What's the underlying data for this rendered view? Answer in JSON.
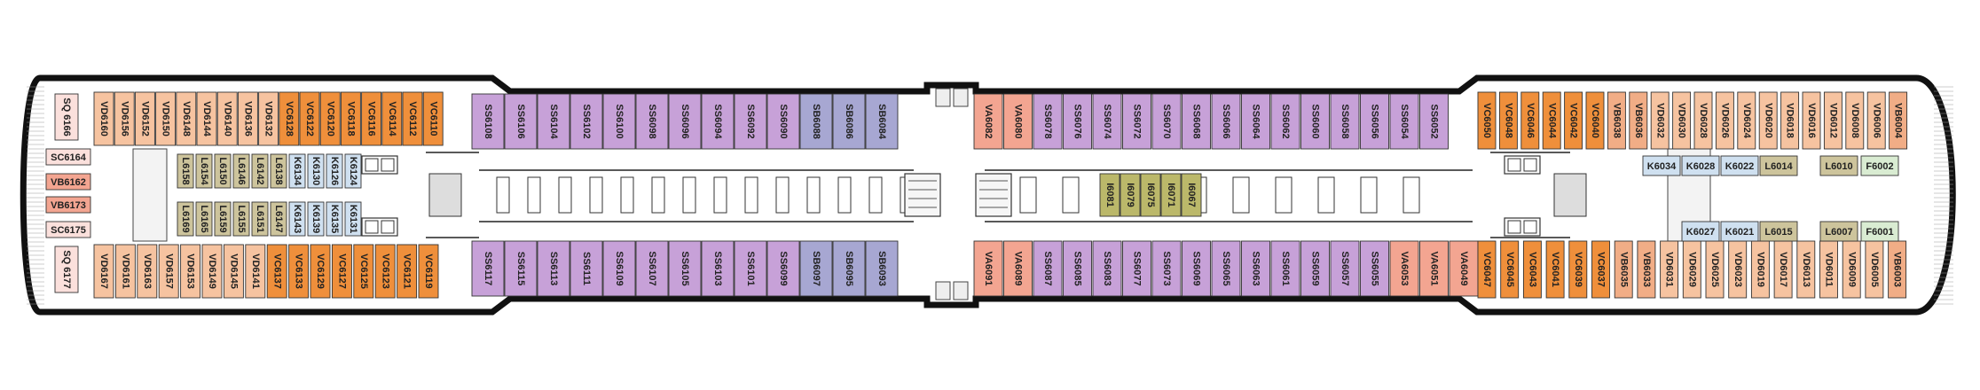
{
  "palette": {
    "SS": "#c7a1d8",
    "SB": "#a7a7d2",
    "VA": "#f3a591",
    "VB": "#f1ad86",
    "VC": "#ef8f3b",
    "VD": "#f6c3a0",
    "K": "#cfe0f0",
    "L": "#cdc49c",
    "F": "#d9ecd2",
    "G": "#bbb86a",
    "SC": "#fbe0dc",
    "SQ": "#fbe0dc",
    "hull": "#111111",
    "deck": "#ffffff",
    "crew": "#f3f3f3"
  },
  "cabins": [
    {
      "id": "SQ6166",
      "cls": "SQ",
      "label": "SQ 6166"
    },
    {
      "id": "SC6164",
      "cls": "SC",
      "label": "SC6164"
    },
    {
      "id": "VB6162",
      "cls": "VA",
      "label": "VB6162"
    },
    {
      "id": "VB6173",
      "cls": "VA",
      "label": "VB6173"
    },
    {
      "id": "SC6175",
      "cls": "SC",
      "label": "SC6175"
    },
    {
      "id": "SQ6177",
      "cls": "SQ",
      "label": "SQ 6177"
    },
    {
      "id": "VD6160",
      "cls": "VD",
      "label": "VD6160"
    },
    {
      "id": "VD6156",
      "cls": "VD",
      "label": "VD6156"
    },
    {
      "id": "VD6152",
      "cls": "VD",
      "label": "VD6152"
    },
    {
      "id": "VD6150",
      "cls": "VD",
      "label": "VD6150"
    },
    {
      "id": "VD6148",
      "cls": "VD",
      "label": "VD6148"
    },
    {
      "id": "VD6144",
      "cls": "VD",
      "label": "VD6144"
    },
    {
      "id": "VD6140",
      "cls": "VD",
      "label": "VD6140"
    },
    {
      "id": "VD6136",
      "cls": "VD",
      "label": "VD6136"
    },
    {
      "id": "VD6132",
      "cls": "VD",
      "label": "VD6132"
    },
    {
      "id": "VC6128",
      "cls": "VC",
      "label": "VC6128"
    },
    {
      "id": "VC6122",
      "cls": "VC",
      "label": "VC6122"
    },
    {
      "id": "VC6120",
      "cls": "VC",
      "label": "VC6120"
    },
    {
      "id": "VC6118",
      "cls": "VC",
      "label": "VC6118"
    },
    {
      "id": "VC6116",
      "cls": "VC",
      "label": "VC6116"
    },
    {
      "id": "VC6114",
      "cls": "VC",
      "label": "VC6114"
    },
    {
      "id": "VC6112",
      "cls": "VC",
      "label": "VC6112"
    },
    {
      "id": "VC6110",
      "cls": "VC",
      "label": "VC6110"
    },
    {
      "id": "VD6167",
      "cls": "VD",
      "label": "VD6167"
    },
    {
      "id": "VD6161",
      "cls": "VD",
      "label": "VD6161"
    },
    {
      "id": "VD6163",
      "cls": "VD",
      "label": "VD6163"
    },
    {
      "id": "VD6157",
      "cls": "VD",
      "label": "VD6157"
    },
    {
      "id": "VD6153",
      "cls": "VD",
      "label": "VD6153"
    },
    {
      "id": "VD6149",
      "cls": "VD",
      "label": "VD6149"
    },
    {
      "id": "VD6145",
      "cls": "VD",
      "label": "VD6145"
    },
    {
      "id": "VD6141",
      "cls": "VD",
      "label": "VD6141"
    },
    {
      "id": "VC6137",
      "cls": "VC",
      "label": "VC6137"
    },
    {
      "id": "VC6133",
      "cls": "VC",
      "label": "VC6133"
    },
    {
      "id": "VC6129",
      "cls": "VC",
      "label": "VC6129"
    },
    {
      "id": "VC6127",
      "cls": "VC",
      "label": "VC6127"
    },
    {
      "id": "VC6125",
      "cls": "VC",
      "label": "VC6125"
    },
    {
      "id": "VC6123",
      "cls": "VC",
      "label": "VC6123"
    },
    {
      "id": "VC6121",
      "cls": "VC",
      "label": "VC6121"
    },
    {
      "id": "VC6119",
      "cls": "VC",
      "label": "VC6119"
    },
    {
      "id": "L6158",
      "cls": "L",
      "label": "L6158"
    },
    {
      "id": "L6154",
      "cls": "L",
      "label": "L6154"
    },
    {
      "id": "L6150",
      "cls": "L",
      "label": "L6150"
    },
    {
      "id": "L6146",
      "cls": "L",
      "label": "L6146"
    },
    {
      "id": "L6142",
      "cls": "L",
      "label": "L6142"
    },
    {
      "id": "L6138",
      "cls": "L",
      "label": "L6138"
    },
    {
      "id": "K6134",
      "cls": "K",
      "label": "K6134"
    },
    {
      "id": "K6130",
      "cls": "K",
      "label": "K6130"
    },
    {
      "id": "K6126",
      "cls": "K",
      "label": "K6126"
    },
    {
      "id": "K6124",
      "cls": "K",
      "label": "K6124"
    },
    {
      "id": "L6169",
      "cls": "L",
      "label": "L6169"
    },
    {
      "id": "L6165",
      "cls": "L",
      "label": "L6165"
    },
    {
      "id": "L6159",
      "cls": "L",
      "label": "L6159"
    },
    {
      "id": "L6155",
      "cls": "L",
      "label": "L6155"
    },
    {
      "id": "L6151",
      "cls": "L",
      "label": "L6151"
    },
    {
      "id": "L6147",
      "cls": "L",
      "label": "L6147"
    },
    {
      "id": "K6143",
      "cls": "K",
      "label": "K6143"
    },
    {
      "id": "K6139",
      "cls": "K",
      "label": "K6139"
    },
    {
      "id": "K6135",
      "cls": "K",
      "label": "K6135"
    },
    {
      "id": "K6131",
      "cls": "K",
      "label": "K6131"
    },
    {
      "id": "SS6108",
      "cls": "SS",
      "label": "SS6108"
    },
    {
      "id": "SS6106",
      "cls": "SS",
      "label": "SS6106"
    },
    {
      "id": "SS6104",
      "cls": "SS",
      "label": "SS6104"
    },
    {
      "id": "SS6102",
      "cls": "SS",
      "label": "SS6102"
    },
    {
      "id": "SS6100",
      "cls": "SS",
      "label": "SS6100"
    },
    {
      "id": "SS6098",
      "cls": "SS",
      "label": "SS6098"
    },
    {
      "id": "SS6096",
      "cls": "SS",
      "label": "SS6096"
    },
    {
      "id": "SS6094",
      "cls": "SS",
      "label": "SS6094"
    },
    {
      "id": "SS6092",
      "cls": "SS",
      "label": "SS6092"
    },
    {
      "id": "SS6090",
      "cls": "SS",
      "label": "SS6090"
    },
    {
      "id": "SB6088",
      "cls": "SB",
      "label": "SB6088"
    },
    {
      "id": "SB6086",
      "cls": "SB",
      "label": "SB6086"
    },
    {
      "id": "SB6084",
      "cls": "SB",
      "label": "SB6084"
    },
    {
      "id": "SS6117",
      "cls": "SS",
      "label": "SS6117"
    },
    {
      "id": "SS6115",
      "cls": "SS",
      "label": "SS6115"
    },
    {
      "id": "SS6113",
      "cls": "SS",
      "label": "SS6113"
    },
    {
      "id": "SS6111",
      "cls": "SS",
      "label": "SS6111"
    },
    {
      "id": "SS6109",
      "cls": "SS",
      "label": "SS6109"
    },
    {
      "id": "SS6107",
      "cls": "SS",
      "label": "SS6107"
    },
    {
      "id": "SS6105",
      "cls": "SS",
      "label": "SS6105"
    },
    {
      "id": "SS6103",
      "cls": "SS",
      "label": "SS6103"
    },
    {
      "id": "SS6101",
      "cls": "SS",
      "label": "SS6101"
    },
    {
      "id": "SS6099",
      "cls": "SS",
      "label": "SS6099"
    },
    {
      "id": "SB6097",
      "cls": "SB",
      "label": "SB6097"
    },
    {
      "id": "SB6095",
      "cls": "SB",
      "label": "SB6095"
    },
    {
      "id": "SB6093",
      "cls": "SB",
      "label": "SB6093"
    },
    {
      "id": "VA6082",
      "cls": "VA",
      "label": "VA6082"
    },
    {
      "id": "VA6080",
      "cls": "VA",
      "label": "VA6080"
    },
    {
      "id": "SS6078",
      "cls": "SS",
      "label": "SS6078"
    },
    {
      "id": "SS6076",
      "cls": "SS",
      "label": "SS6076"
    },
    {
      "id": "SS6074",
      "cls": "SS",
      "label": "SS6074"
    },
    {
      "id": "SS6072",
      "cls": "SS",
      "label": "SS6072"
    },
    {
      "id": "SS6070",
      "cls": "SS",
      "label": "SS6070"
    },
    {
      "id": "SS6068",
      "cls": "SS",
      "label": "SS6068"
    },
    {
      "id": "SS6066",
      "cls": "SS",
      "label": "SS6066"
    },
    {
      "id": "SS6064",
      "cls": "SS",
      "label": "SS6064"
    },
    {
      "id": "SS6062",
      "cls": "SS",
      "label": "SS6062"
    },
    {
      "id": "SS6060",
      "cls": "SS",
      "label": "SS6060"
    },
    {
      "id": "SS6058",
      "cls": "SS",
      "label": "SS6058"
    },
    {
      "id": "SS6056",
      "cls": "SS",
      "label": "SS6056"
    },
    {
      "id": "SS6054",
      "cls": "SS",
      "label": "SS6054"
    },
    {
      "id": "SS6052",
      "cls": "SS",
      "label": "SS6052"
    },
    {
      "id": "VA6091",
      "cls": "VA",
      "label": "VA6091"
    },
    {
      "id": "VA6089",
      "cls": "VA",
      "label": "VA6089"
    },
    {
      "id": "SS6087",
      "cls": "SS",
      "label": "SS6087"
    },
    {
      "id": "SS6085",
      "cls": "SS",
      "label": "SS6085"
    },
    {
      "id": "SS6083",
      "cls": "SS",
      "label": "SS6083"
    },
    {
      "id": "SS6077",
      "cls": "SS",
      "label": "SS6077"
    },
    {
      "id": "SS6073",
      "cls": "SS",
      "label": "SS6073"
    },
    {
      "id": "SS6069",
      "cls": "SS",
      "label": "SS6069"
    },
    {
      "id": "SS6065",
      "cls": "SS",
      "label": "SS6065"
    },
    {
      "id": "SS6063",
      "cls": "SS",
      "label": "SS6063"
    },
    {
      "id": "SS6061",
      "cls": "SS",
      "label": "SS6061"
    },
    {
      "id": "SS6059",
      "cls": "SS",
      "label": "SS6059"
    },
    {
      "id": "SS6057",
      "cls": "SS",
      "label": "SS6057"
    },
    {
      "id": "SS6055",
      "cls": "SS",
      "label": "SS6055"
    },
    {
      "id": "VA6053",
      "cls": "VA",
      "label": "VA6053"
    },
    {
      "id": "VA6051",
      "cls": "VA",
      "label": "VA6051"
    },
    {
      "id": "VA6049",
      "cls": "VA",
      "label": "VA6049"
    },
    {
      "id": "I6081",
      "cls": "G",
      "label": "I6081"
    },
    {
      "id": "I6079",
      "cls": "G",
      "label": "I6079"
    },
    {
      "id": "I6075",
      "cls": "G",
      "label": "I6075"
    },
    {
      "id": "I6071",
      "cls": "G",
      "label": "I6071"
    },
    {
      "id": "I6067",
      "cls": "G",
      "label": "I6067"
    },
    {
      "id": "VC6050",
      "cls": "VC",
      "label": "VC6050"
    },
    {
      "id": "VC6048",
      "cls": "VC",
      "label": "VC6048"
    },
    {
      "id": "VC6046",
      "cls": "VC",
      "label": "VC6046"
    },
    {
      "id": "VC6044",
      "cls": "VC",
      "label": "VC6044"
    },
    {
      "id": "VC6042",
      "cls": "VC",
      "label": "VC6042"
    },
    {
      "id": "VC6040",
      "cls": "VC",
      "label": "VC6040"
    },
    {
      "id": "VB6038",
      "cls": "VB",
      "label": "VB6038"
    },
    {
      "id": "VB6036",
      "cls": "VB",
      "label": "VB6036"
    },
    {
      "id": "VD6032",
      "cls": "VD",
      "label": "VD6032"
    },
    {
      "id": "VD6030",
      "cls": "VD",
      "label": "VD6030"
    },
    {
      "id": "VD6028",
      "cls": "VD",
      "label": "VD6028"
    },
    {
      "id": "VD6026",
      "cls": "VD",
      "label": "VD6026"
    },
    {
      "id": "VD6024",
      "cls": "VD",
      "label": "VD6024"
    },
    {
      "id": "VD6020",
      "cls": "VD",
      "label": "VD6020"
    },
    {
      "id": "VD6018",
      "cls": "VD",
      "label": "VD6018"
    },
    {
      "id": "VD6016",
      "cls": "VD",
      "label": "VD6016"
    },
    {
      "id": "VD6012",
      "cls": "VD",
      "label": "VD6012"
    },
    {
      "id": "VD6008",
      "cls": "VD",
      "label": "VD6008"
    },
    {
      "id": "VD6006",
      "cls": "VD",
      "label": "VD6006"
    },
    {
      "id": "VB6004",
      "cls": "VB",
      "label": "VB6004"
    },
    {
      "id": "VC6047",
      "cls": "VC",
      "label": "VC6047"
    },
    {
      "id": "VC6045",
      "cls": "VC",
      "label": "VC6045"
    },
    {
      "id": "VC6043",
      "cls": "VC",
      "label": "VC6043"
    },
    {
      "id": "VC6041",
      "cls": "VC",
      "label": "VC6041"
    },
    {
      "id": "VC6039",
      "cls": "VC",
      "label": "VC6039"
    },
    {
      "id": "VC6037",
      "cls": "VC",
      "label": "VC6037"
    },
    {
      "id": "VB6035",
      "cls": "VB",
      "label": "VB6035"
    },
    {
      "id": "VB6033",
      "cls": "VB",
      "label": "VB6033"
    },
    {
      "id": "VD6031",
      "cls": "VD",
      "label": "VD6031"
    },
    {
      "id": "VD6029",
      "cls": "VD",
      "label": "VD6029"
    },
    {
      "id": "VD6025",
      "cls": "VD",
      "label": "VD6025"
    },
    {
      "id": "VD6023",
      "cls": "VD",
      "label": "VD6023"
    },
    {
      "id": "VD6019",
      "cls": "VD",
      "label": "VD6019"
    },
    {
      "id": "VD6017",
      "cls": "VD",
      "label": "VD6017"
    },
    {
      "id": "VD6013",
      "cls": "VD",
      "label": "VD6013"
    },
    {
      "id": "VD6011",
      "cls": "VD",
      "label": "VD6011"
    },
    {
      "id": "VD6009",
      "cls": "VD",
      "label": "VD6009"
    },
    {
      "id": "VD6005",
      "cls": "VD",
      "label": "VD6005"
    },
    {
      "id": "VB6003",
      "cls": "VB",
      "label": "VB6003"
    },
    {
      "id": "K6034",
      "cls": "K",
      "label": "K6034"
    },
    {
      "id": "K6028",
      "cls": "K",
      "label": "K6028"
    },
    {
      "id": "K6022",
      "cls": "K",
      "label": "K6022"
    },
    {
      "id": "L6014",
      "cls": "L",
      "label": "L6014"
    },
    {
      "id": "L6010",
      "cls": "L",
      "label": "L6010"
    },
    {
      "id": "F6002",
      "cls": "F",
      "label": "F6002"
    },
    {
      "id": "K6027",
      "cls": "K",
      "label": "K6027"
    },
    {
      "id": "K6021",
      "cls": "K",
      "label": "K6021"
    },
    {
      "id": "L6015",
      "cls": "L",
      "label": "L6015"
    },
    {
      "id": "L6007",
      "cls": "L",
      "label": "L6007"
    },
    {
      "id": "F6001",
      "cls": "F",
      "label": "F6001"
    }
  ]
}
